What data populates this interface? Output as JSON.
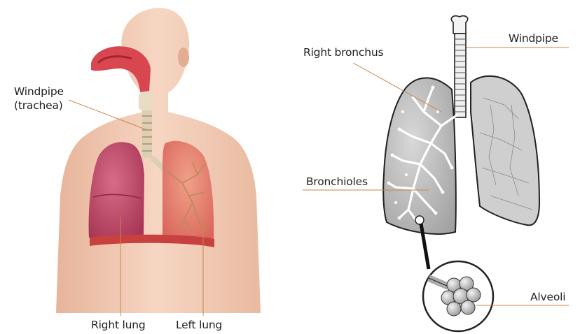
{
  "left_figure": {
    "labels": {
      "windpipe_line1": "Windpipe",
      "windpipe_line2": "(trachea)",
      "right_lung": "Right lung",
      "left_lung": "Left lung"
    }
  },
  "right_figure": {
    "labels": {
      "windpipe": "Windpipe",
      "right_bronchus": "Right bronchus",
      "bronchioles": "Bronchioles",
      "alveoli": "Alveoli"
    }
  },
  "colors": {
    "leader_line": "#c8864a",
    "skin": "#f1c7ae",
    "lung_right": "#c8506e",
    "lung_left": "#e6826a",
    "diagram_lung": "#a8a8a8",
    "diagram_lung_light": "#d4d4d4"
  }
}
